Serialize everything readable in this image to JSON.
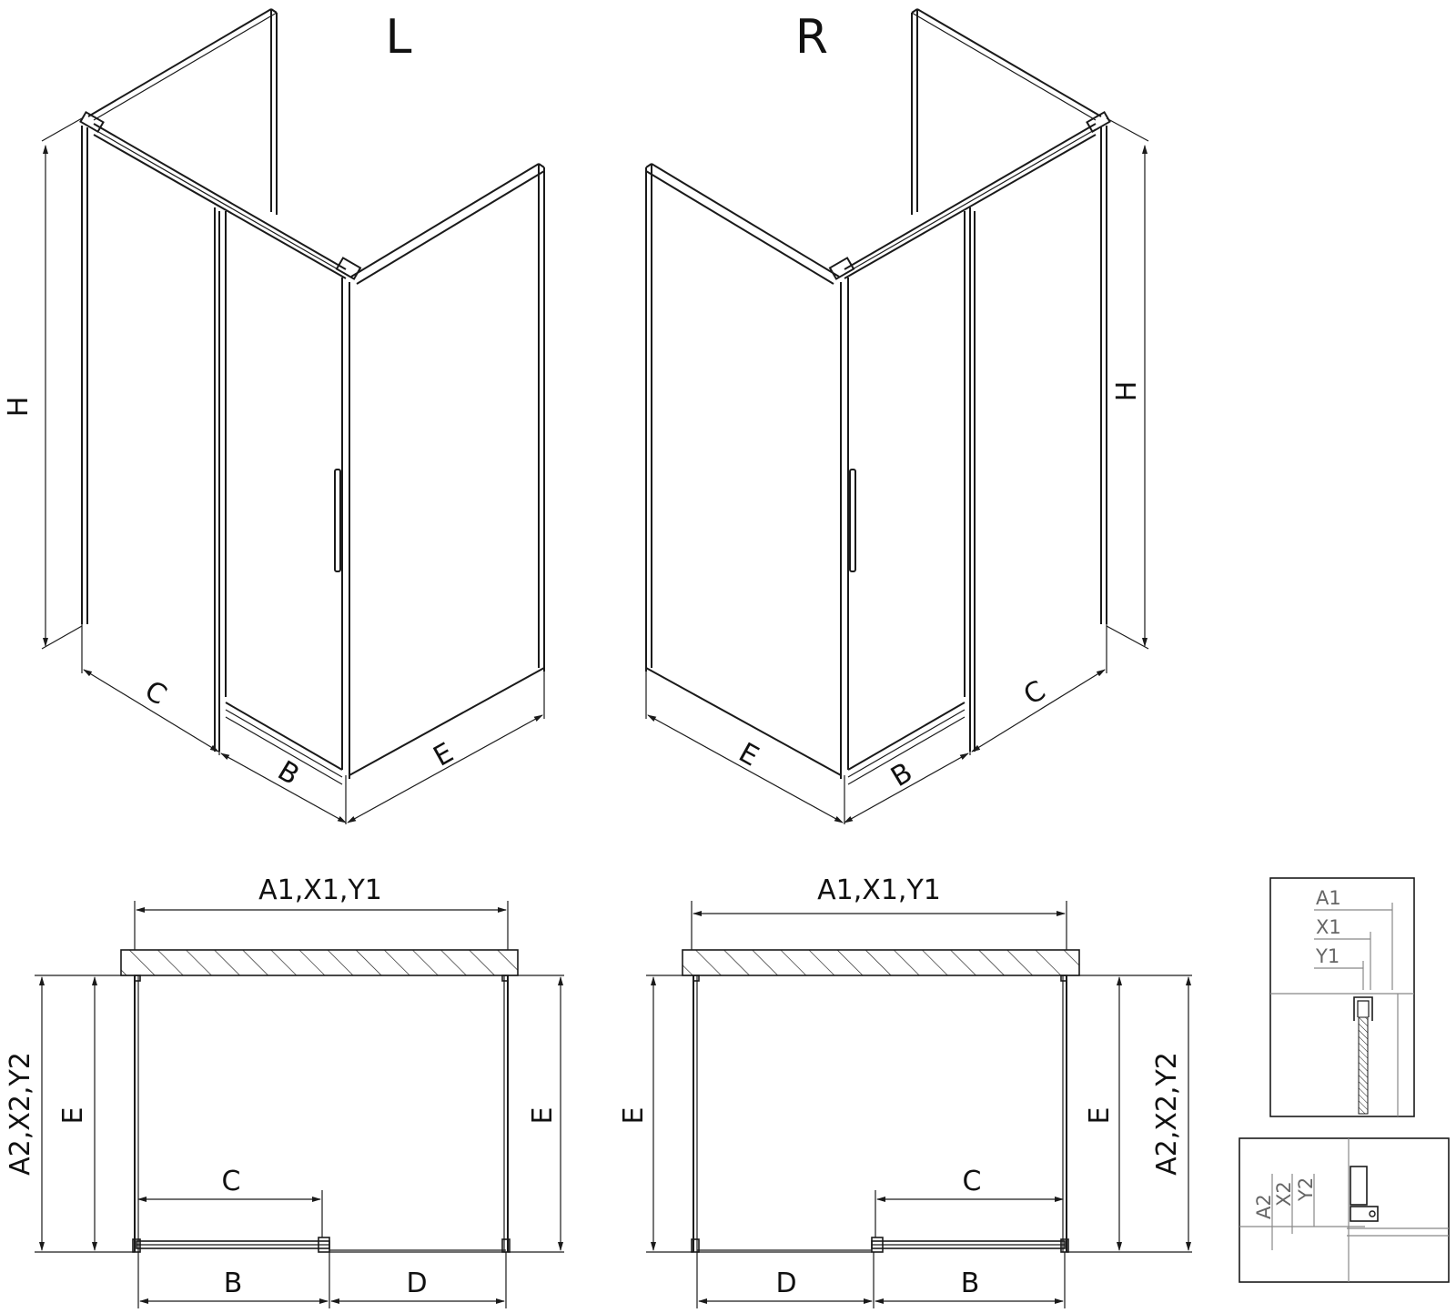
{
  "views": {
    "left_label": "L",
    "right_label": "R"
  },
  "dimensions": {
    "h": "H",
    "c": "C",
    "b": "B",
    "e": "E",
    "d": "D",
    "a1": "A1,X1,Y1",
    "a2": "A2,X2,Y2"
  },
  "detail_top": {
    "a1": "A1",
    "x1": "X1",
    "y1": "Y1"
  },
  "detail_side": {
    "a2": "A2",
    "x2": "X2",
    "y2": "Y2"
  },
  "colors": {
    "line": "#1a1a1a",
    "detail_text": "#666666"
  }
}
